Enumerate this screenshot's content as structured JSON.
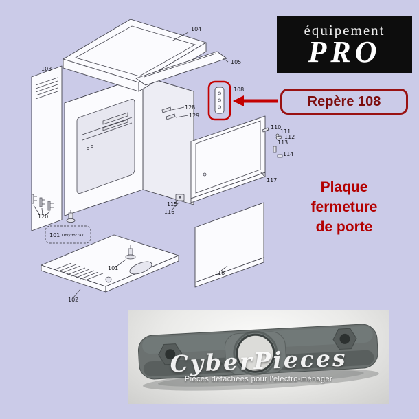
{
  "page": {
    "background": "#cbcbe8"
  },
  "logo": {
    "line1": "équipement",
    "line2": "PRO"
  },
  "callout": {
    "label": "Repère 108"
  },
  "caption": {
    "line1": "Plaque",
    "line2": "fermeture",
    "line3": "de porte"
  },
  "diagram": {
    "labels": {
      "p101": "101",
      "p102": "102",
      "p103": "103",
      "p104": "104",
      "p105": "105",
      "p108": "108",
      "p110": "110",
      "p111": "111",
      "p112": "112",
      "p113": "113",
      "p114": "114",
      "p115": "115",
      "p116": "116",
      "p117": "117",
      "p118": "118",
      "p120": "120",
      "p128": "128",
      "p129": "129"
    },
    "note": "Only for 'a7'"
  },
  "photo": {
    "watermark": "CyberPieces",
    "tagline": "Pièces détachées pour l'électro-ménager"
  },
  "colors": {
    "accent_red": "#b30000",
    "callout_border": "#991111",
    "highlight_red": "#c40000",
    "logo_bg": "#0d0d0d",
    "plate_gray": "#6b7170"
  }
}
